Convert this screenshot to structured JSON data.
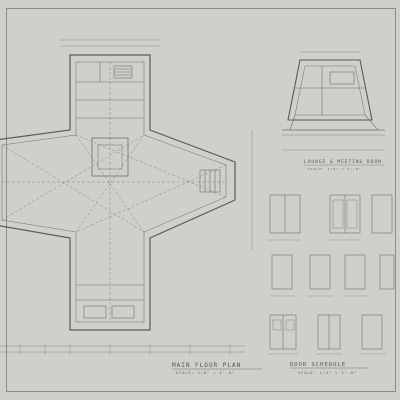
{
  "titles": {
    "main_plan": "MAIN FLOOR PLAN",
    "main_plan_scale": "SCALE: 1/8\" = 1'-0\"",
    "meeting_room": "LOUNGE & MEETING ROOM",
    "meeting_room_scale": "SCALE: 1/8\" = 1'-0\"",
    "door_schedule": "DOOR SCHEDULE",
    "door_schedule_scale": "SCALE: 1/4\" = 1'-0\""
  },
  "colors": {
    "paper": "#cfcfcc",
    "ink": "#6e6e6a",
    "ink_dark": "#4f4f4b",
    "fill": "#9a9a96"
  }
}
